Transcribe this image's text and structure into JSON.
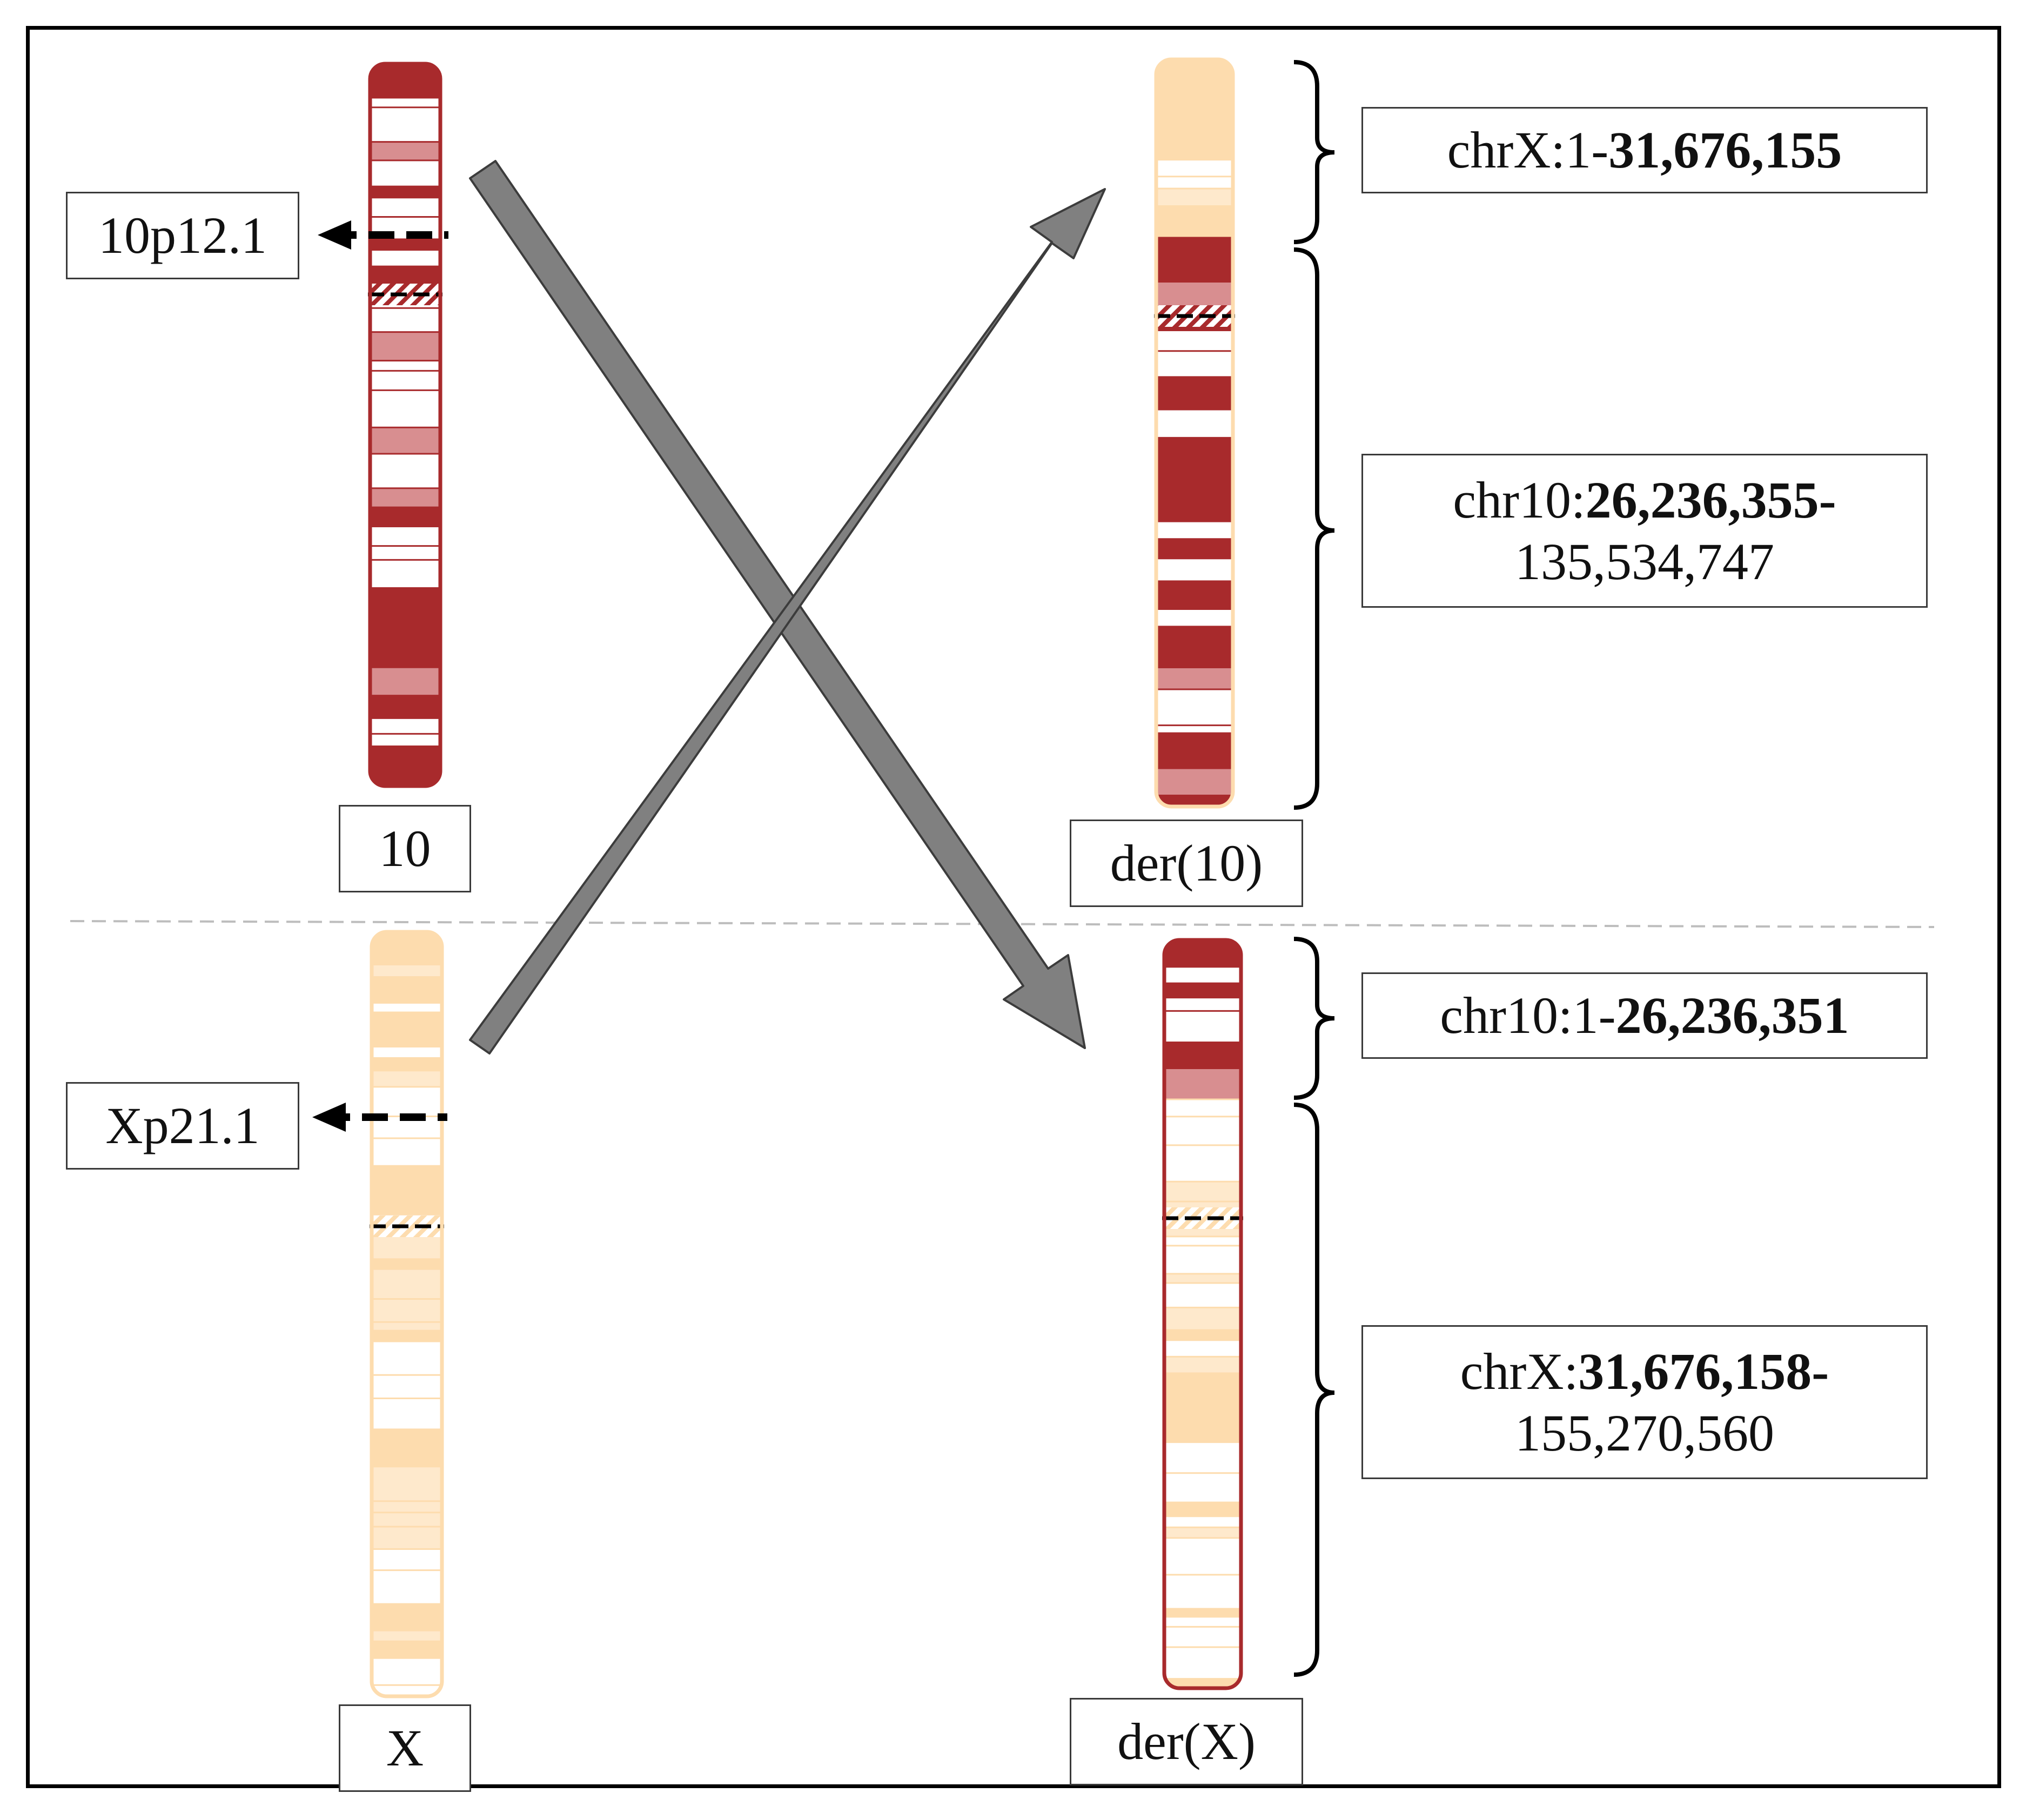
{
  "chromosomes": {
    "normal_10": {
      "name": "10",
      "breakpoint": "10p12.1"
    },
    "normal_x": {
      "name": "X",
      "breakpoint": "Xp21.1"
    },
    "der_10": {
      "name": "der(10)"
    },
    "der_x": {
      "name": "der(X)"
    }
  },
  "segments": {
    "der10_top": {
      "prefix": "chrX:1-",
      "bold": "31,676,155",
      "suffix": ""
    },
    "der10_bottom": {
      "prefix": "chr10:",
      "bold": "26,236,355-",
      "line2": "135,534,747"
    },
    "derx_top": {
      "prefix": "chr10:1-",
      "bold": "26,236,351",
      "suffix": ""
    },
    "derx_bottom": {
      "prefix": "chrX:",
      "bold": "31,676,158-",
      "line2": "155,270,560"
    }
  },
  "colors": {
    "chr10": "#a82a2c",
    "chr10_light": "#d88e90",
    "chrX": "#fddcae",
    "chrX_light": "#fee9cc",
    "arrow_fill": "#808080",
    "arrow_stroke": "#3c3c3c",
    "separator": "#bdbdbd"
  },
  "icons": {
    "translocation_arrows": "cross-arrows-icon",
    "breakpoint_pointer": "dashed-left-arrow-icon"
  }
}
